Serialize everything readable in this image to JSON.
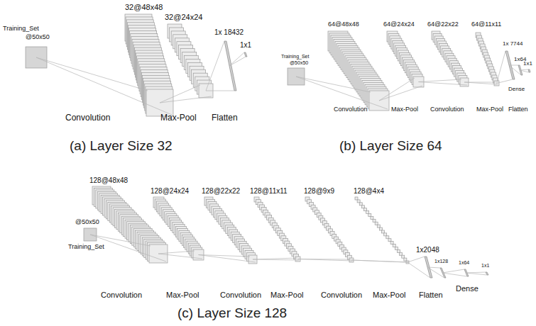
{
  "diagram": {
    "labels": [
      "32@48x48",
      "32@24x24",
      "Training_Set",
      "@50x50",
      "1x 18432",
      "1x1",
      "Convolution",
      "Max-Pool",
      "Flatten",
      "(a) Layer Size 32",
      "64@48x48",
      "64@24x24",
      "64@22x22",
      "64@11x11",
      "Training_Set",
      "@50x50",
      "1x 7744",
      "1x64",
      "1x1",
      "Convolution",
      "Max-Pool",
      "Convolution",
      "Max-Pool",
      "Flatten",
      "Dense",
      "(b) Layer Size 64",
      "128@48x48",
      "128@24x24",
      "128@22x22",
      "128@11x11",
      "128@9x9",
      "128@4x4",
      "@50x50",
      "Training_Set",
      "1x2048",
      "1x128",
      "1x64",
      "1x1",
      "Convolution",
      "Max-Pool",
      "Convolution",
      "Max-Pool",
      "Convolution",
      "Max-Pool",
      "Flatten",
      "Dense",
      "(c) Layer Size 128"
    ]
  }
}
